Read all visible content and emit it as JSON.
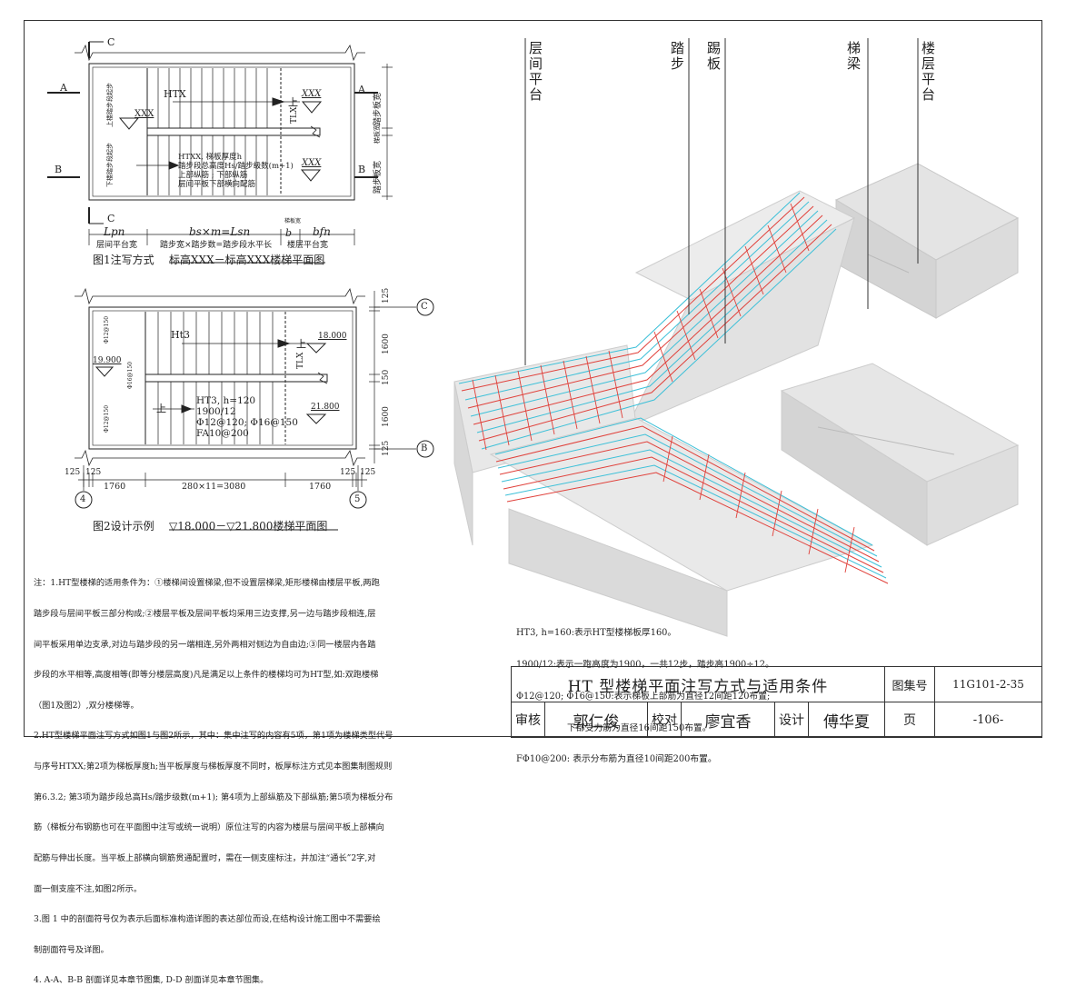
{
  "fig1": {
    "label_a": "A",
    "label_b": "B",
    "label_c": "C",
    "htx": "HTX",
    "xxx": "XXX",
    "tlx": "TLX",
    "up": "上",
    "upper_steps_left": "上楼踏步段起步",
    "lower_steps_left": "下楼踏步段起步",
    "step_width_top": "踏步板宽",
    "step_width_bottom": "踏步板宽",
    "gap_label": "梯板宽",
    "callout_lines": [
      "HTXX, 梯板厚度h",
      "踏步段总高度Hs/踏步级数(m+1)",
      "上部纵筋 ; 下部纵筋",
      "层间平板下部横向配筋"
    ],
    "dim_lpn": "Lpn",
    "dim_mid": "bs×m=Lsn",
    "dim_b": "b",
    "dim_bfn": "bfn",
    "dim_small": "梯板宽",
    "sub_left": "层间平台宽",
    "sub_mid": "踏步宽×踏步数=踏步段水平长",
    "sub_right": "楼层平台宽",
    "caption_left": "图1注写方式",
    "caption_right": "标高XXX－标高XXX楼梯平面图"
  },
  "fig2": {
    "ht3": "Ht3",
    "tlx": "TLX",
    "up1": "上",
    "up2": "上",
    "elev_top": "18.000",
    "elev_left": "19.900",
    "elev_bottom": "21.800",
    "rebar_a": "Φ12@150",
    "rebar_b": "Φ16@150",
    "rebar_c": "Φ12@150",
    "callout_lines": [
      "HT3, h=120",
      "1900/12",
      "Φ12@120; Φ16@150",
      "FA10@200"
    ],
    "dim_125a": "125",
    "dim_1600a": "1600",
    "dim_150": "150",
    "dim_1600b": "1600",
    "dim_125b": "125",
    "bot_125a": "125",
    "bot_125b": "125",
    "bot_1760a": "1760",
    "bot_mid": "280×11=3080",
    "bot_1760b": "1760",
    "bot_125c": "125",
    "bot_125d": "125",
    "axis_c": "C",
    "axis_b": "B",
    "axis_4": "4",
    "axis_5": "5",
    "caption_left": "图2设计示例",
    "caption_right": "▽18.000－▽21.800楼梯平面图"
  },
  "iso_labels": {
    "interfloor": "层间平台",
    "tread": "踏步",
    "riser": "踢板",
    "beam": "梯梁",
    "floor": "楼层平台"
  },
  "notes": [
    "注：1.HT型楼梯的适用条件为：①楼梯间设置梯梁,但不设置层梯梁,矩形楼梯由楼层平板,两跑",
    "踏步段与层间平板三部分构成;②楼层平板及层间平板均采用三边支撑,另一边与踏步段相连,层",
    "间平板采用单边支承,对边与踏步段的另一端相连,另外两相对侧边为自由边;③同一楼层内各踏",
    "步段的水平相等,高度相等(即等分楼层高度)凡是满足以上条件的楼梯均可为HT型,如:双跑楼梯",
    "（图1及图2）,双分楼梯等。",
    "2.HT型楼梯平面注写方式如图1与图2所示，其中：集中注写的内容有5项，第1项为楼梯类型代号",
    "与序号HTXX;第2项为梯板厚度h;当平板厚度与梯板厚度不同时，板厚标注方式见本图集制图规则",
    "第6.3.2; 第3项为踏步段总高Hs/踏步级数(m+1); 第4项为上部纵筋及下部纵筋;第5项为梯板分布",
    "筋（梯板分布钢筋也可在平面图中注写或统一说明）原位注写的内容为楼层与层间平板上部横向",
    "配筋与伸出长度。当平板上部横向钢筋贯通配置时，需在一侧支座标注，并加注“通长”2字,对",
    "面一侧支座不注,如图2所示。",
    "3.图 1 中的剖面符号仅为表示后面标准构造详图的表达部位而设,在结构设计施工图中不需要绘",
    "制剖面符号及详图。",
    "4. A-A、B-B 剖面详见本章节图集, D-D 剖面详见本章节图集。"
  ],
  "explanation": [
    "HT3, h=160:表示HT型楼梯板厚160。",
    "1900/12:表示一跑高度为1900，一共12步，踏步高1900÷12。",
    "Φ12@120; Φ16@150:表示梯板上部筋为直径12间距120布置;",
    "                  下部受力筋为直径16间距150布置。",
    "FΦ10@200: 表示分布筋为直径10间距200布置。"
  ],
  "title_block": {
    "title": "HT 型楼梯平面注写方式与适用条件",
    "atlas_label": "图集号",
    "atlas_no": "11G101-2-35",
    "review_label": "审核",
    "reviewer": "郭仁俊",
    "check_label": "校对",
    "checker": "廖宜香",
    "design_label": "设计",
    "designer": "傅华夏",
    "page_label": "页",
    "page_no": "-106-"
  },
  "colors": {
    "rebar_red": "#e0403a",
    "rebar_cyan": "#3cc0d8",
    "concrete": "#d6d6d6"
  }
}
